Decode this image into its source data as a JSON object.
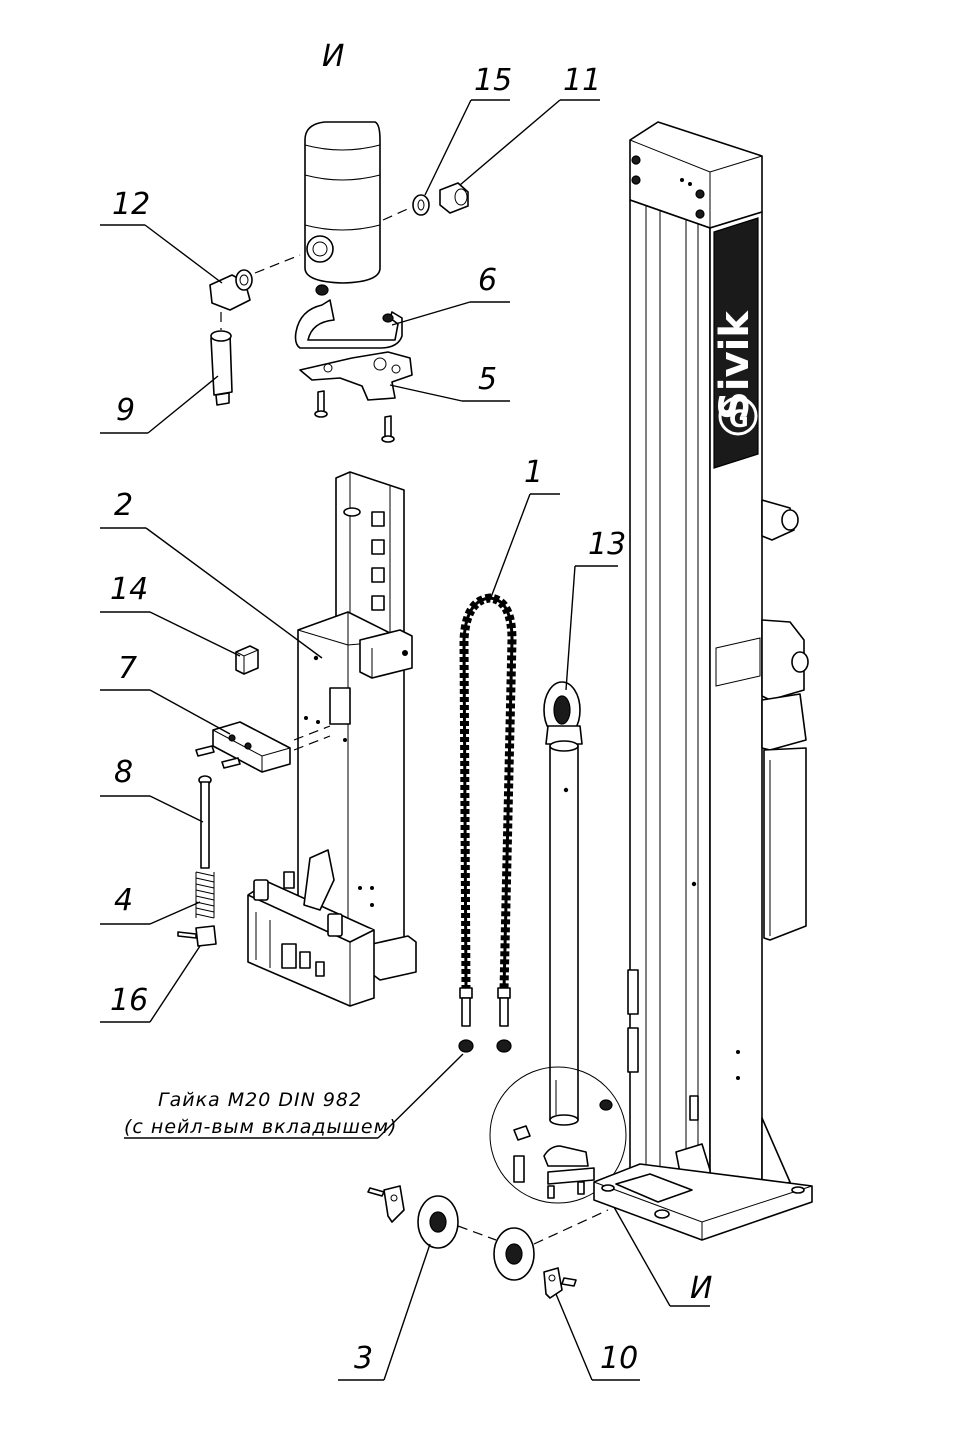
{
  "callouts": {
    "c1": "1",
    "c2": "2",
    "c3": "3",
    "c4": "4",
    "c5": "5",
    "c6": "6",
    "c7": "7",
    "c8": "8",
    "c9": "9",
    "c10": "10",
    "c11": "11",
    "c12": "12",
    "c13": "13",
    "c14": "14",
    "c15": "15",
    "c16": "16"
  },
  "detail_marker": "И",
  "nut_note": {
    "line1": "Гайка М20 DIN 982",
    "line2": "(с нейл-вым вкладышем)"
  },
  "brand": {
    "logo_text": "Sivik",
    "logo_mark": "G"
  },
  "colors": {
    "ink": "#000000",
    "paper": "#ffffff",
    "shade": "#e9e9e9",
    "dark_panel": "#1a1a1a"
  }
}
